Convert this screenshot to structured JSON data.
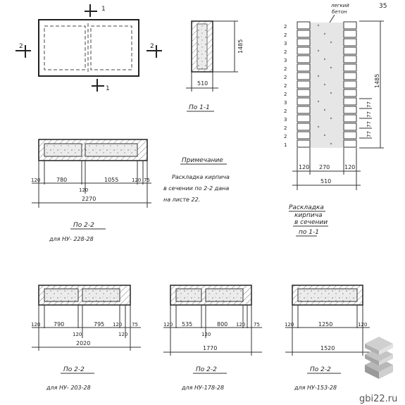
{
  "sheet": {
    "page_number": "35",
    "watermark": "gbi22.ru"
  },
  "front_view": {
    "section_1_mark_top": "1",
    "section_1_mark_bottom": "1",
    "section_2_mark_left": "2",
    "section_2_mark_right": "2"
  },
  "section_11": {
    "height": "1485",
    "width": "510",
    "title": "По 1-1"
  },
  "masonry": {
    "concrete_label_line1": "легкий",
    "concrete_label_line2": "бетон",
    "row_counts": [
      "2",
      "2",
      "3",
      "2",
      "3",
      "2",
      "2",
      "2",
      "2",
      "3",
      "2",
      "3",
      "2",
      "2",
      "1"
    ],
    "height": "1485",
    "step_dims": [
      "77",
      "77",
      "77",
      "77"
    ],
    "bottom_dims": [
      "120",
      "270",
      "120"
    ],
    "total_width": "510",
    "caption_line1": "Раскладка",
    "caption_line2": "кирпича",
    "caption_line3": "в сечении",
    "caption_line4": "по 1-1"
  },
  "note": {
    "heading": "Примечание",
    "line1": "Раскладка кирпича",
    "line2": "в сечении по 2-2 дана",
    "line3": "на листе 22."
  },
  "section_a": {
    "dims": [
      "120",
      "780",
      "1055",
      "120",
      "75"
    ],
    "mid_dim": "120",
    "total": "2270",
    "title": "По 2-2",
    "subtitle": "для НУ- 228-28"
  },
  "section_b": {
    "dims": [
      "120",
      "790",
      "795",
      "120",
      "75"
    ],
    "mid_dim": "120",
    "mid_dim_right": "120",
    "total": "2020",
    "title": "По 2-2",
    "subtitle": "для НУ- 203-28"
  },
  "section_c": {
    "dims": [
      "120",
      "535",
      "800",
      "120",
      "75"
    ],
    "mid_dim": "120",
    "total": "1770",
    "title": "По 2-2",
    "subtitle": "для НУ-178-28"
  },
  "section_d": {
    "dims": [
      "120",
      "1250",
      "120"
    ],
    "total": "1520",
    "title": "По 2-2",
    "subtitle": "для НУ-153-28"
  }
}
